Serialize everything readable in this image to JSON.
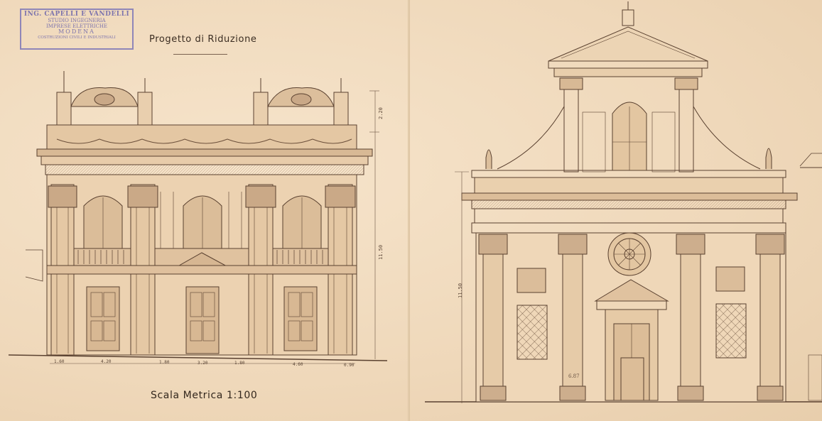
{
  "stamp": {
    "line1": "ING. CAPELLI E VANDELLI",
    "line2": "STUDIO INGEGNERIA",
    "line3": "IMPRESE ELETTRICHE",
    "line4": "MODENA",
    "line5": "COSTRUZIONI CIVILI E INDUSTRIALI"
  },
  "title": "Progetto di Riduzione",
  "scale_label": "Scala Metrica 1:100",
  "dimensions_left": {
    "bottom": [
      "1.60",
      "4.20",
      "1.80",
      "3.20",
      "1.80",
      "4.60",
      "0.90"
    ],
    "top_height": "2.20",
    "main_height": "11.50"
  },
  "dimensions_right": {
    "main_height": "11.50",
    "mark": "6.87"
  },
  "colors": {
    "paper": "#f1dcc0",
    "ink": "#5a4130",
    "stamp_ink": "#7d74ad"
  }
}
